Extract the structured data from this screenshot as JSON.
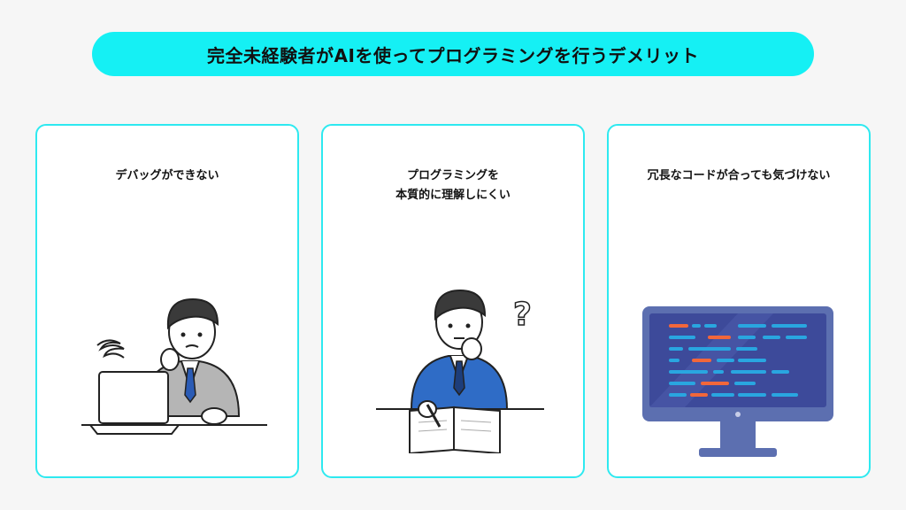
{
  "header": {
    "title": "完全未経験者がAIを使ってプログラミングを行うデメリット"
  },
  "cards": [
    {
      "label_lines": [
        "デバッグができない"
      ],
      "illustration": "confused-man-laptop-illustration"
    },
    {
      "label_lines": [
        "プログラミングを",
        "本質的に理解しにくい"
      ],
      "illustration": "student-thinking-notebook-illustration"
    },
    {
      "label_lines": [
        "冗長なコードが合っても気づけない"
      ],
      "illustration": "monitor-code-illustration"
    }
  ],
  "colors": {
    "accent": "#15f0f4",
    "card_border": "#2ee9f0",
    "monitor_screen": "#3d4a9a",
    "monitor_frame": "#5c6fb0",
    "code_blue": "#29a6e0",
    "code_orange": "#f2673a"
  }
}
